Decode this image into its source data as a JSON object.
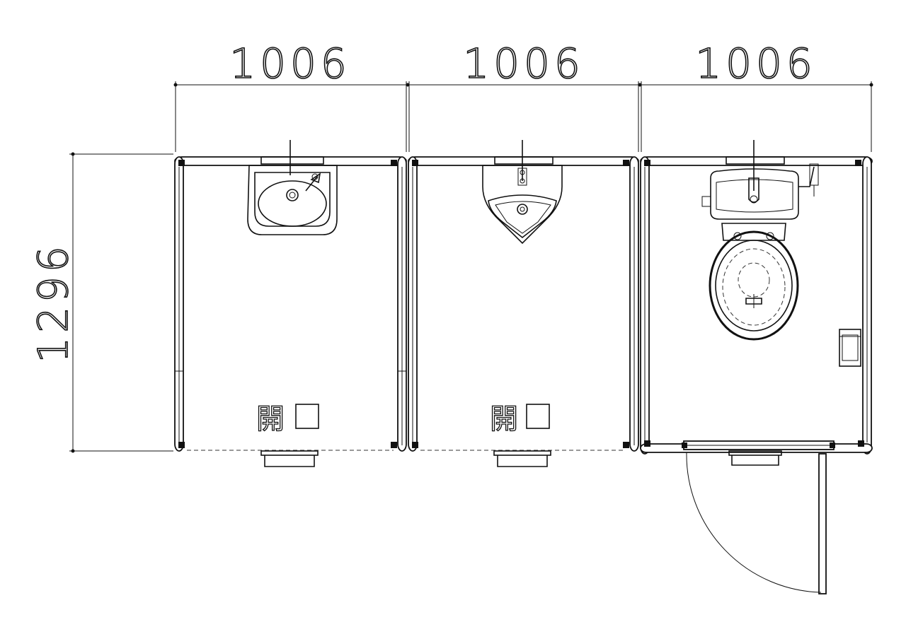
{
  "dimensions": {
    "width_booth_1": "1006",
    "width_booth_2": "1006",
    "width_booth_3": "1006",
    "depth": "1296"
  },
  "booths": [
    {
      "fixture": "washbasin-icon",
      "open_label": "開"
    },
    {
      "fixture": "urinal-icon",
      "open_label": "開"
    },
    {
      "fixture": "toilet-icon",
      "open_label": ""
    }
  ],
  "colors": {
    "line": "#111111",
    "background": "#ffffff"
  }
}
